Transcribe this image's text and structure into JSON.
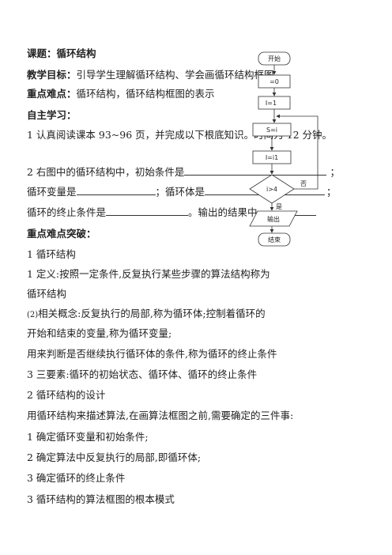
{
  "header": {
    "title_label": "课题：",
    "title_text": "循环结构",
    "goal_label": "教学目标：",
    "goal_text": "引导学生理解循环结构、学会画循环结构框图",
    "focus_label": "重点难点：",
    "focus_text": "循环结构，循环结构框图的表示"
  },
  "self_study": {
    "heading": "自主学习：",
    "item1": "1 认真阅读课本 93~96 页，并完成以下根底知识。时间为 12 分钟。",
    "item2_prefix": "2 右图中的循环结构中，初始条件是",
    "item2_end": "；",
    "var_label": "循环变量是",
    "body_label": "；循环体是",
    "body_end": "；",
    "cond_label": "循环的终止条件是",
    "output_label": "。输出的结果中"
  },
  "breakthrough": {
    "heading": "重点难点突破：",
    "lines": [
      "1 循环结构",
      "1 定义:按照一定条件,反复执行某些步骤的算法结构称为",
      "循环结构",
      "相关概念:反复执行的局部,称为循环体;控制着循环的",
      "开始和结束的变量,称为循环变量;",
      "用来判断是否继续执行循环体的条件,称为循环的终止条件",
      "3 三要素:循环的初始状态、循环体、循环的终止条件",
      "2 循环结构的设计",
      "用循环结构来描述算法,在画算法框图之前,需要确定的三件事:",
      "1 确定循环变量和初始条件;",
      "2 确定算法中反复执行的局部,即循环体;",
      "3 确定循环的终止条件",
      "3 循环结构的算法框图的根本模式"
    ],
    "paren_marker": "(2)"
  },
  "flowchart": {
    "start": "开始",
    "init_s": "=0",
    "init_i": "I=1",
    "body_s": "S=i",
    "body_i": "I=i1",
    "condition": "i>4",
    "no_label": "否",
    "yes_label": "是",
    "output": "输出",
    "end": "结束"
  }
}
